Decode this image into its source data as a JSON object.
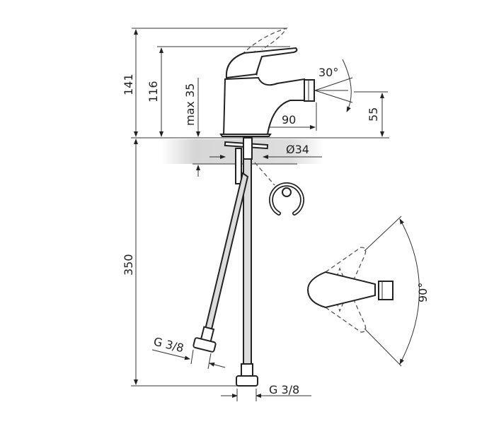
{
  "drawing": {
    "dimensions": {
      "overall_height": "141",
      "lever_height": "116",
      "max_deck_thickness": "max 35",
      "spout_reach": "90",
      "spout_height": "55",
      "spray_angle": "30°",
      "hole_diameter": "Ø34",
      "hose_length": "350",
      "hose_thread_left": "G 3/8",
      "hose_thread_right": "G 3/8",
      "lever_rotation": "90°"
    },
    "colors": {
      "line": "#222222",
      "deck": "#d9d9d9",
      "hose": "#dcdcdc"
    }
  }
}
